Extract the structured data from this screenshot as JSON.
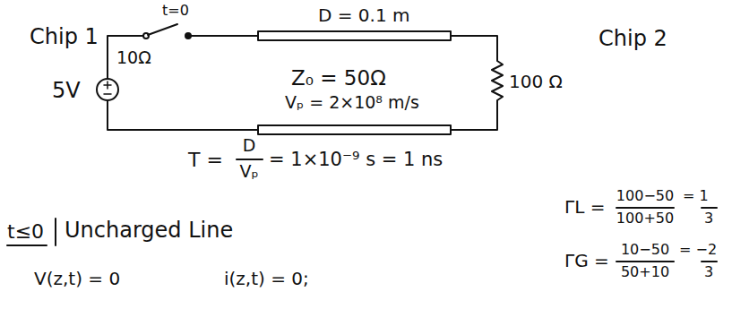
{
  "diagram": {
    "labels": [
      "Chip 1",
      "t=0",
      "10Ω",
      "5V",
      "D = 0.1 m",
      "Z₀ = 50Ω",
      "Vₚ = 2×10⁸ m/s",
      "100 Ω",
      "Chip 2",
      "T =",
      "D",
      "Vₚ",
      "= 1×10⁻⁹ s = 1 ns",
      "ΓL =",
      "100−50",
      "100+50",
      "= 1",
      "3",
      "ΓG =",
      "10−50",
      "50+10",
      "= −2",
      "3",
      "t≤0",
      "Uncharged Line",
      "V(z,t) = 0",
      "i(z,t) = 0;"
    ]
  }
}
